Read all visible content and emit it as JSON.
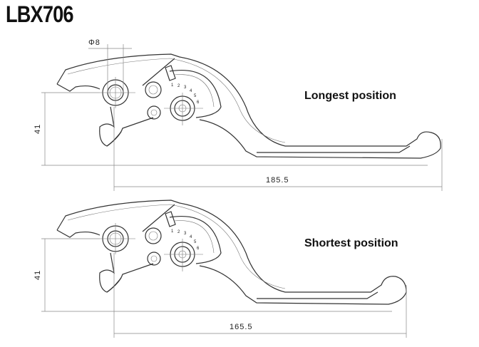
{
  "title": "LBX706",
  "diameter_label": "Φ8",
  "scale_numbers": [
    "1",
    "2",
    "3",
    "4",
    "5",
    "6"
  ],
  "levers": [
    {
      "label": "Longest position",
      "height_dim": "41",
      "length_dim": "185.5"
    },
    {
      "label": "Shortest position",
      "height_dim": "41",
      "length_dim": "165.5"
    }
  ]
}
